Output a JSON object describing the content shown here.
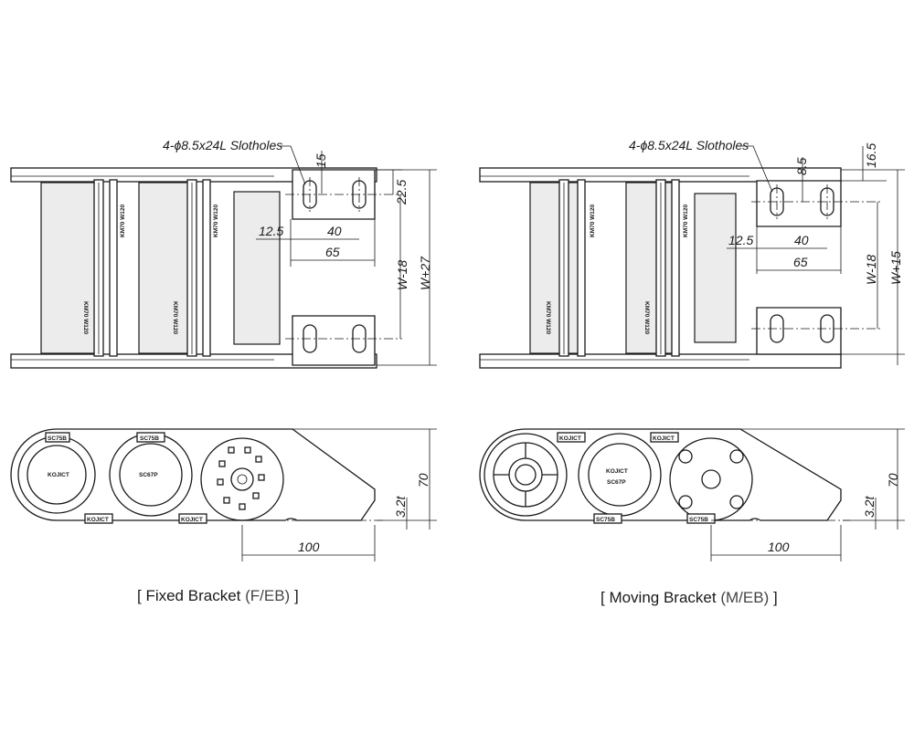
{
  "fixed": {
    "slot_label": "4-ϕ8.5x24L Slotholes",
    "dims": {
      "d15": "15",
      "d22_5": "22.5",
      "d12_5": "12.5",
      "d40": "40",
      "d65": "65",
      "w18": "W-18",
      "w27": "W+27",
      "d70": "70",
      "d3_2": "3.2t",
      "d100": "100"
    },
    "link_marks": {
      "km1": "KM70 W120",
      "km2": "KM70 W120",
      "km3": "KM70 W120",
      "km4": "KM70 W120"
    },
    "caption_main": "[ Fixed Bracket",
    "caption_sub": "(F/EB)",
    "caption_end": "]"
  },
  "moving": {
    "slot_label": "4-ϕ8.5x24L Slotholes",
    "dims": {
      "d16_5": "16.5",
      "d8_5": "8.5",
      "d12_5": "12.5",
      "d40": "40",
      "d65": "65",
      "w18": "W-18",
      "w15": "W+15",
      "d70": "70",
      "d3_2": "3.2t",
      "d100": "100"
    },
    "link_marks": {
      "km1": "KM70 W120",
      "km2": "KM70 W120",
      "km3": "KM70 W120",
      "km4": "KM70 W120"
    },
    "caption_main": "[ Moving Bracket",
    "caption_sub": "(M/EB)",
    "caption_end": "]"
  },
  "side_marks": {
    "brand": "KOJICT",
    "sc75b": "SC75B",
    "sc67p": "SC67P"
  }
}
